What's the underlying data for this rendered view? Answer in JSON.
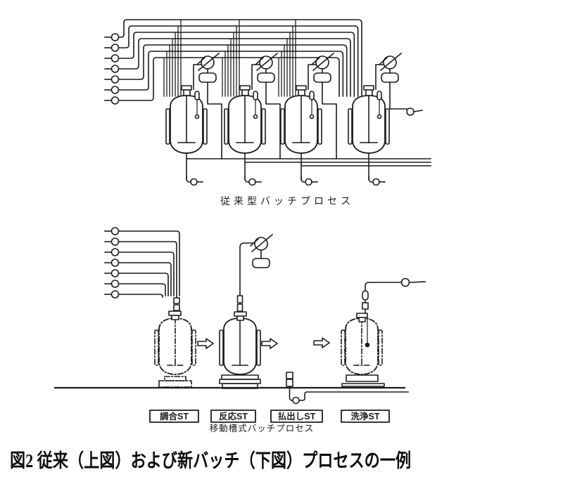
{
  "figure": {
    "top_diagram": {
      "caption": "従来型バッチプロセス",
      "feed_count": 7,
      "reactor_count": 4
    },
    "bottom_diagram": {
      "caption": "移動槽式バッチプロセス",
      "feed_count": 7,
      "stations": [
        {
          "label": "調合ST"
        },
        {
          "label": "反応ST"
        },
        {
          "label": "払出しST"
        },
        {
          "label": "洗浄ST"
        }
      ]
    },
    "main_caption": "図2 従来（上図）および新バッチ（下図）プロセスの一例",
    "colors": {
      "ink": "#1c1c1c",
      "background": "#ffffff"
    }
  }
}
